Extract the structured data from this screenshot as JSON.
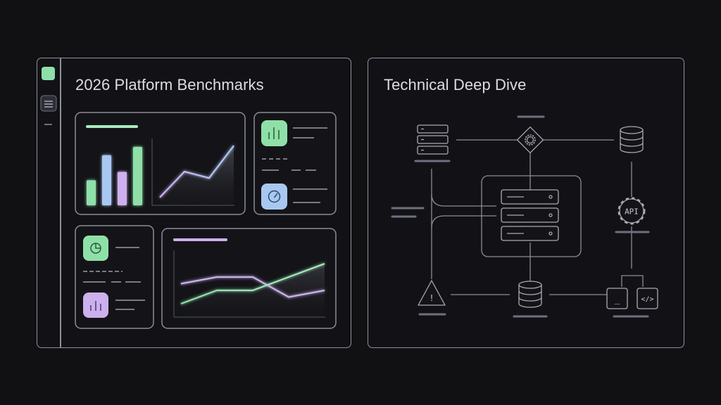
{
  "benchmarks": {
    "title": "2026 Platform Benchmarks",
    "nav": {
      "items": [
        {
          "icon": "app-logo-icon"
        },
        {
          "icon": "menu-icon"
        },
        {
          "icon": "dash-icon"
        }
      ]
    },
    "widgets": [
      {
        "icon": "bar-chart-icon",
        "color": "#8ee0a8"
      },
      {
        "icon": "gauge-icon",
        "color": "#a8c8f2"
      },
      {
        "icon": "pie-chart-icon",
        "color": "#8ee0a8"
      },
      {
        "icon": "bar-chart-icon",
        "color": "#cdb0ee"
      }
    ]
  },
  "deep_dive": {
    "title": "Technical Deep Dive",
    "nodes": {
      "api_label": "API",
      "code_label": "</>",
      "terminal_label": "_",
      "alert_label": "!"
    }
  },
  "colors": {
    "green": "#8ee0a8",
    "blue": "#a8c8f2",
    "purple": "#cdb0ee",
    "line": "#8a8c98"
  },
  "chart_data": [
    {
      "type": "bar",
      "values": [
        3,
        6,
        4,
        7
      ],
      "colors": [
        "#8ee0a8",
        "#a8c8f2",
        "#cdb0ee",
        "#8ee0a8"
      ],
      "ylim": [
        0,
        8
      ]
    },
    {
      "type": "area",
      "x": [
        0,
        1,
        2,
        3
      ],
      "values": [
        1,
        5,
        4,
        9
      ],
      "ylim": [
        0,
        10
      ]
    },
    {
      "type": "line",
      "x": [
        0,
        1,
        2,
        3,
        4
      ],
      "series": [
        {
          "values": [
            5,
            6,
            6,
            3,
            4
          ]
        },
        {
          "values": [
            2,
            4,
            4,
            6,
            8
          ]
        }
      ],
      "ylim": [
        0,
        10
      ]
    }
  ]
}
